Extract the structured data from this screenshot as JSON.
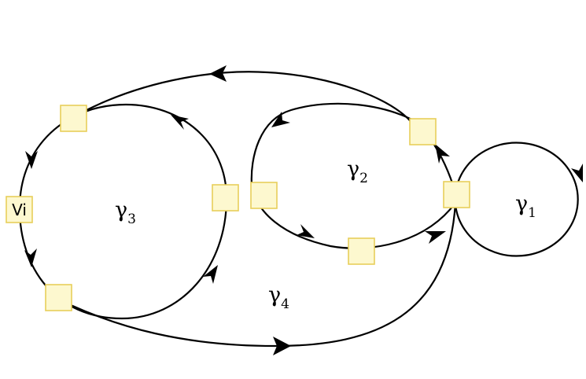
{
  "diagram": {
    "loops": [
      {
        "symbol": "γ",
        "index": "1"
      },
      {
        "symbol": "γ",
        "index": "2"
      },
      {
        "symbol": "γ",
        "index": "3"
      },
      {
        "symbol": "γ",
        "index": "4"
      }
    ],
    "nodes": [
      {
        "id": "vi",
        "label": "Vi"
      },
      {
        "id": "c3-top",
        "label": ""
      },
      {
        "id": "c3-right",
        "label": ""
      },
      {
        "id": "c3-bottom",
        "label": ""
      },
      {
        "id": "c2-left",
        "label": ""
      },
      {
        "id": "c2-top-right",
        "label": ""
      },
      {
        "id": "c2-bottom",
        "label": ""
      },
      {
        "id": "junction",
        "label": ""
      }
    ],
    "colors": {
      "node_fill": "#fdf8cf",
      "node_border": "#e8cf5a",
      "edge": "#000000"
    }
  }
}
